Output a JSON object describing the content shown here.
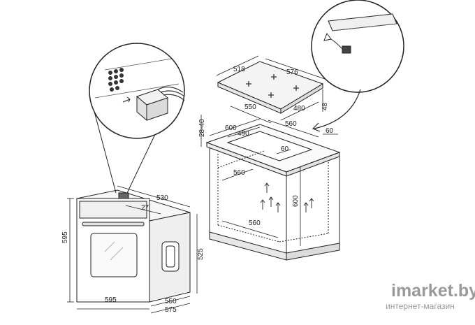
{
  "dimensions": {
    "hob_width": "576",
    "hob_depth": "518",
    "hob_cutout_width": "550",
    "hob_cutout_depth": "480",
    "hob_height": "48",
    "worktop_thickness": "28-40",
    "cabinet_width": "600",
    "cutout_depth": "490",
    "cutout_width": "560",
    "rear_gap": "60",
    "inner_gap": "60",
    "oven_niche_depth": "560",
    "oven_niche_width": "560",
    "oven_niche_height": "600",
    "oven_top_depth": "530",
    "oven_top_offset": "27",
    "oven_height": "595",
    "oven_body_height": "525",
    "oven_width": "595",
    "oven_body_depth": "550",
    "oven_total_depth": "575"
  },
  "watermark": {
    "brand": "imarket.by",
    "sub": "интернет-магазин"
  }
}
